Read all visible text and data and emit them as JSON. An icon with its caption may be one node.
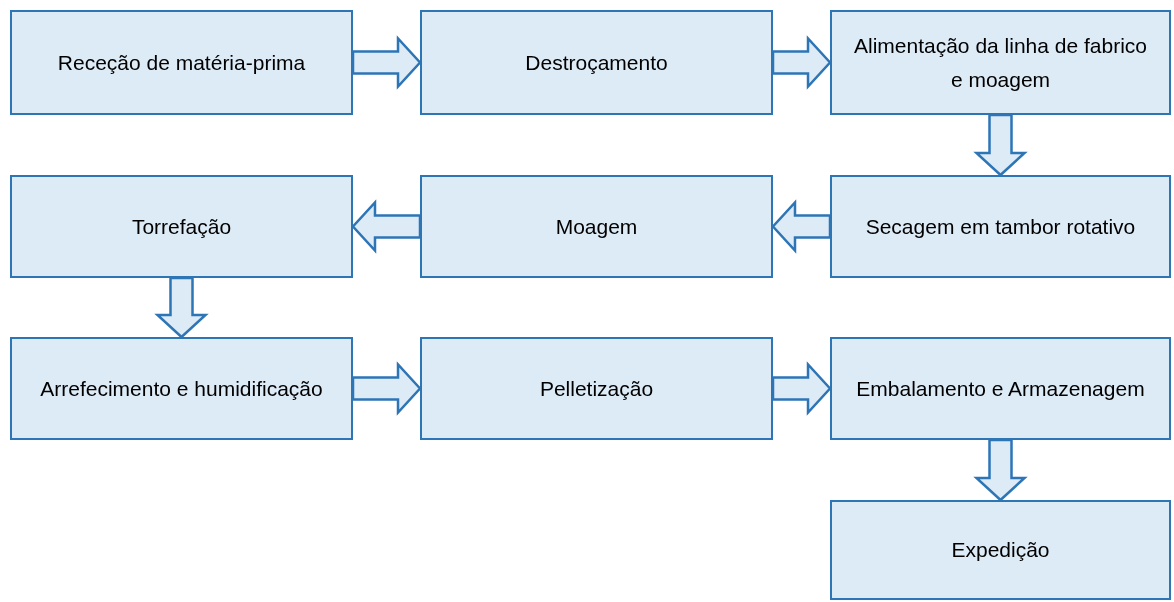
{
  "diagram": {
    "nodes": [
      {
        "text": [
          "Receção de matéria-prima"
        ]
      },
      {
        "text": [
          "Destroçamento"
        ]
      },
      {
        "text": [
          "Alimentação da linha de fabrico e moagem"
        ]
      },
      {
        "text": [
          "Secagem em tambor rotativo"
        ]
      },
      {
        "text": [
          "Moagem"
        ]
      },
      {
        "text": [
          "Torrefação"
        ]
      },
      {
        "text": [
          "Arrefecimento e humidificação"
        ]
      },
      {
        "text": [
          "Pelletização"
        ]
      },
      {
        "text": [
          "Embalamento e Armazenagem"
        ]
      },
      {
        "text": [
          "Expedição"
        ]
      }
    ],
    "edges": [
      {
        "from": 0,
        "to": 1,
        "arrow": "to"
      },
      {
        "from": 1,
        "to": 2,
        "arrow": "to"
      },
      {
        "from": 2,
        "to": 3,
        "arrow": "to"
      },
      {
        "from": 3,
        "to": 4,
        "arrow": "to"
      },
      {
        "from": 4,
        "to": 5,
        "arrow": "to"
      },
      {
        "from": 5,
        "to": 6,
        "arrow": "to"
      },
      {
        "from": 6,
        "to": 7,
        "arrow": "to"
      },
      {
        "from": 7,
        "to": 8,
        "arrow": "to"
      },
      {
        "from": 8,
        "to": 9,
        "arrow": "to"
      }
    ]
  }
}
